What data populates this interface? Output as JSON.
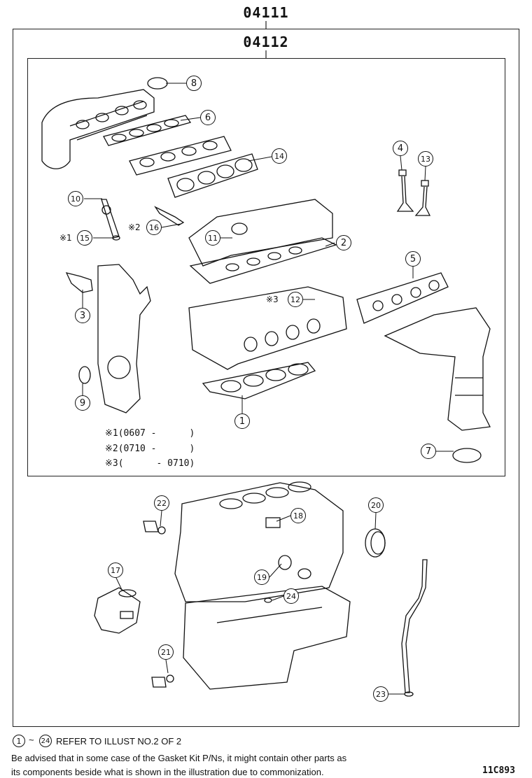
{
  "header": {
    "kit_code": "04111",
    "subkit_code": "04112"
  },
  "callouts": {
    "c1": "1",
    "c2": "2",
    "c3": "3",
    "c4": "4",
    "c5": "5",
    "c6": "6",
    "c7": "7",
    "c8": "8",
    "c9": "9",
    "c10": "10",
    "c11": "11",
    "c12": "12",
    "c13": "13",
    "c14": "14",
    "c15": "15",
    "c16": "16",
    "c17": "17",
    "c18": "18",
    "c19": "19",
    "c20": "20",
    "c21": "21",
    "c22": "22",
    "c23": "23",
    "c24": "24"
  },
  "marks": {
    "m1": "※1",
    "m2": "※2",
    "m3": "※3"
  },
  "notes": {
    "n1": "※1(0607 -      )",
    "n2": "※2(0710 -      )",
    "n3": "※3(      - 0710)"
  },
  "footer": {
    "refer_range_from": "1",
    "refer_range_to": "24",
    "refer_text": "REFER TO ILLUST NO.2 OF 2",
    "advice_line1": "Be advised that in some case of the Gasket Kit P/Ns,  it might contain other parts as",
    "advice_line2": "its components beside what is shown in the illustration due to commonization.",
    "figure_id": "11C893"
  }
}
